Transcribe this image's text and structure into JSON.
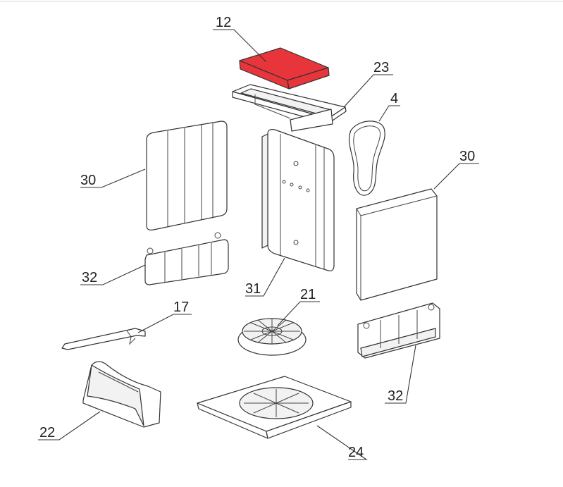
{
  "diagram": {
    "highlight_color": "#e8343b",
    "callouts": [
      {
        "id": "callout-12",
        "label": "12"
      },
      {
        "id": "callout-23",
        "label": "23"
      },
      {
        "id": "callout-4",
        "label": "4"
      },
      {
        "id": "callout-30-left",
        "label": "30"
      },
      {
        "id": "callout-30-right",
        "label": "30"
      },
      {
        "id": "callout-32-left",
        "label": "32"
      },
      {
        "id": "callout-31",
        "label": "31"
      },
      {
        "id": "callout-21",
        "label": "21"
      },
      {
        "id": "callout-17",
        "label": "17"
      },
      {
        "id": "callout-32-right",
        "label": "32"
      },
      {
        "id": "callout-22",
        "label": "22"
      },
      {
        "id": "callout-24",
        "label": "24"
      }
    ]
  }
}
